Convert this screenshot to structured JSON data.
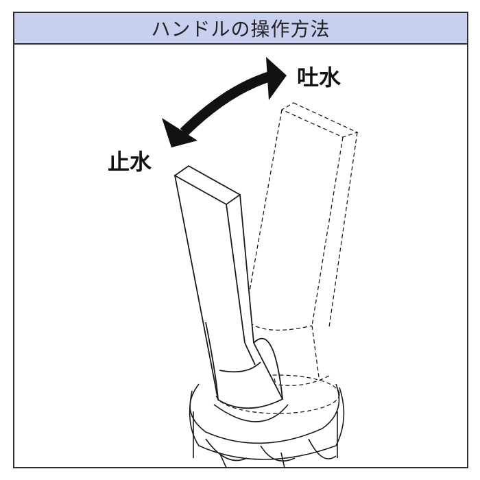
{
  "header": {
    "title": "ハンドルの操作方法",
    "background": "#c9cfee"
  },
  "labels": {
    "water_on": "吐水",
    "water_off": "止水"
  },
  "icons": {
    "rotation_arrow": "double-headed-curved-arrow-icon"
  },
  "colors": {
    "line": "#1a1a1a",
    "arrow": "#111111",
    "border": "#2f2f2f"
  }
}
